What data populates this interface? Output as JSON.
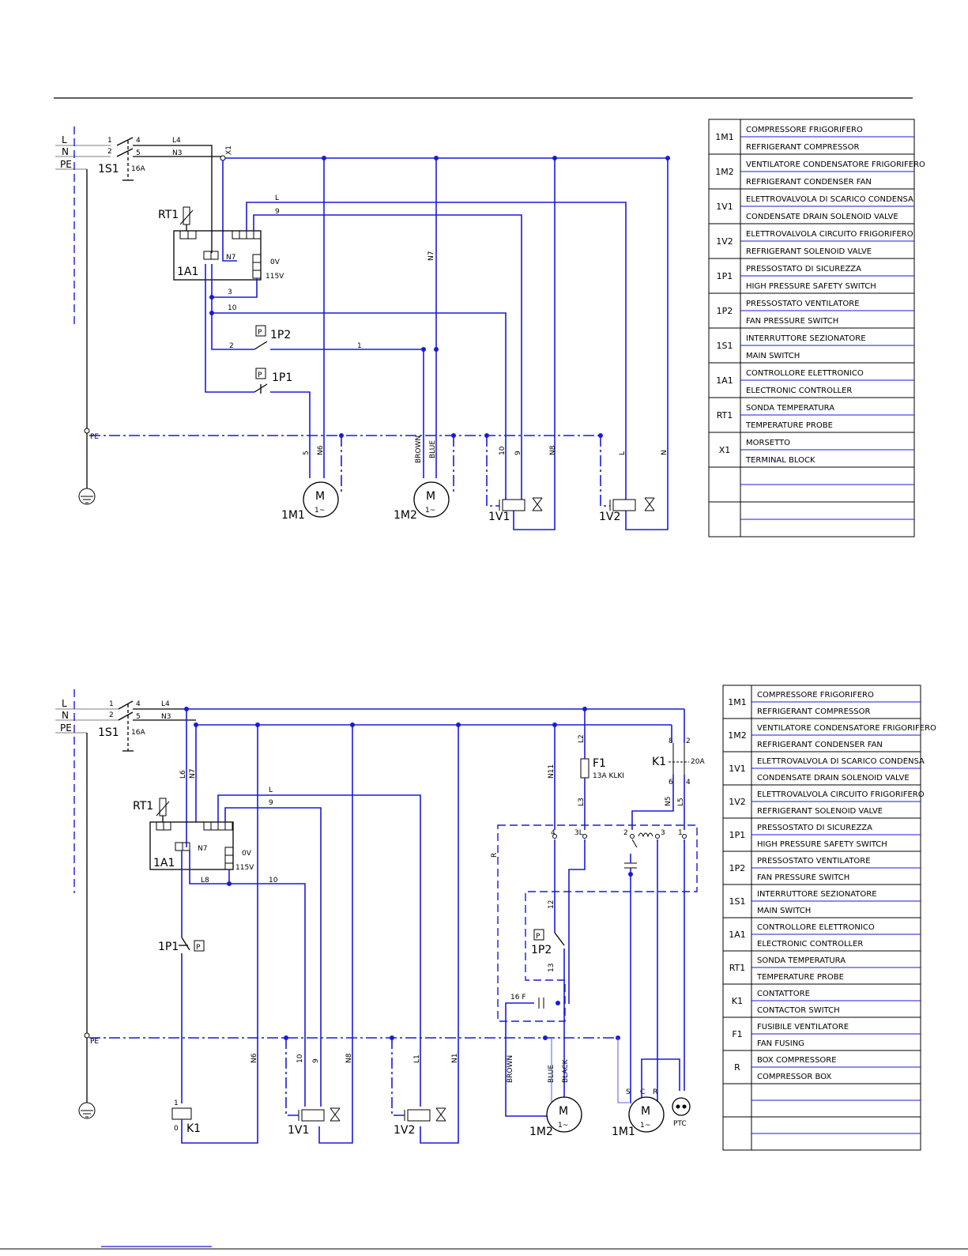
{
  "diagram1": {
    "supply": {
      "L": "L",
      "N": "N",
      "PE": "PE"
    },
    "main_switch": {
      "id": "1S1",
      "rating": "16A",
      "t1": "1",
      "t2": "2",
      "t3": "4",
      "t4": "5"
    },
    "wires": {
      "L4": "L4",
      "N3": "N3",
      "X1": "X1",
      "N7": "N7",
      "L": "L",
      "w9": "9",
      "w3": "3",
      "w10": "10",
      "w2": "2",
      "w1": "1",
      "N6": "N6",
      "w5": "5",
      "BROWN": "BROWN",
      "BLUE": "BLUE",
      "N8": "N8",
      "Lw": "L",
      "Nw": "N",
      "w10b": "10",
      "w9b": "9",
      "N7b": "N7",
      "PEg": "PE"
    },
    "controller": {
      "id": "1A1",
      "v0": "0V",
      "v115": "115V"
    },
    "probe": "RT1",
    "switches": {
      "p2": "1P2",
      "p1": "1P1",
      "p": "P"
    },
    "motors": {
      "m1": "1M1",
      "m2": "1M2",
      "m": "M",
      "phase": "1~"
    },
    "valves": {
      "v1": "1V1",
      "v2": "1V2"
    }
  },
  "legend1": [
    {
      "code": "1M1",
      "it": "COMPRESSORE FRIGORIFERO",
      "en": "REFRIGERANT COMPRESSOR"
    },
    {
      "code": "1M2",
      "it": "VENTILATORE CONDENSATORE FRIGORIFERO",
      "en": "REFRIGERANT CONDENSER FAN"
    },
    {
      "code": "1V1",
      "it": "ELETTROVALVOLA DI SCARICO CONDENSA",
      "en": "CONDENSATE DRAIN SOLENOID VALVE"
    },
    {
      "code": "1V2",
      "it": "ELETTROVALVOLA CIRCUITO FRIGORIFERO",
      "en": "REFRIGERANT SOLENOID VALVE"
    },
    {
      "code": "1P1",
      "it": "PRESSOSTATO DI SICUREZZA",
      "en": "HIGH PRESSURE SAFETY SWITCH"
    },
    {
      "code": "1P2",
      "it": "PRESSOSTATO VENTILATORE",
      "en": "FAN PRESSURE SWITCH"
    },
    {
      "code": "1S1",
      "it": "INTERRUTTORE SEZIONATORE",
      "en": "MAIN SWITCH"
    },
    {
      "code": "1A1",
      "it": "CONTROLLORE ELETTRONICO",
      "en": "ELECTRONIC CONTROLLER"
    },
    {
      "code": "RT1",
      "it": "SONDA TEMPERATURA",
      "en": "TEMPERATURE PROBE"
    },
    {
      "code": "X1",
      "it": "MORSETTO",
      "en": "TERMINAL BLOCK"
    },
    {
      "code": "",
      "it": "",
      "en": ""
    },
    {
      "code": "",
      "it": "",
      "en": ""
    }
  ],
  "diagram2": {
    "supply": {
      "L": "L",
      "N": "N",
      "PE": "PE"
    },
    "main_switch": {
      "id": "1S1",
      "rating": "16A",
      "t1": "1",
      "t2": "2",
      "t3": "4",
      "t4": "5"
    },
    "wires": {
      "L4": "L4",
      "N3": "N3",
      "L6": "L6",
      "N7": "N7",
      "L": "L",
      "w9": "9",
      "L8": "L8",
      "w10": "10",
      "w1": "1",
      "w0": "0",
      "N6": "N6",
      "w10b": "10",
      "w9b": "9",
      "N8": "N8",
      "L1": "L1",
      "N1": "N1",
      "N11": "N11",
      "L2": "L2",
      "L3": "L3",
      "N5": "N5",
      "L5": "L5",
      "R": "R",
      "w12": "12",
      "w13": "13",
      "BROWN": "BROWN",
      "BLUE": "BLUE",
      "BLACK": "BLACK",
      "PEg": "PE"
    },
    "fuse": {
      "id": "F1",
      "rating": "13A KLKI"
    },
    "contactor": {
      "id": "K1",
      "rating": "20A",
      "c8": "8",
      "c2": "2",
      "c6": "6",
      "c4": "4",
      "coil": "K1"
    },
    "box": {
      "t4": "4",
      "t3": "3L",
      "t2": "2",
      "t3b": "3",
      "t1": "1",
      "cap": "16 F",
      "s": "S",
      "c": "C",
      "r": "R",
      "ptc": "PTC"
    },
    "controller": {
      "id": "1A1",
      "n7": "N7",
      "v0": "0V",
      "v115": "115V"
    },
    "probe": "RT1",
    "switches": {
      "p1": "1P1",
      "p2": "1P2",
      "p": "P"
    },
    "motors": {
      "m1": "1M1",
      "m2": "1M2",
      "m": "M",
      "phase": "1~"
    },
    "valves": {
      "v1": "1V1",
      "v2": "1V2"
    }
  },
  "legend2": [
    {
      "code": "1M1",
      "it": "COMPRESSORE FRIGORIFERO",
      "en": "REFRIGERANT COMPRESSOR"
    },
    {
      "code": "1M2",
      "it": "VENTILATORE CONDENSATORE FRIGORIFERO",
      "en": "REFRIGERANT CONDENSER FAN"
    },
    {
      "code": "1V1",
      "it": "ELETTROVALVOLA DI SCARICO CONDENSA",
      "en": "CONDENSATE DRAIN SOLENOID VALVE"
    },
    {
      "code": "1V2",
      "it": "ELETTROVALVOLA CIRCUITO FRIGORIFERO",
      "en": "REFRIGERANT SOLENOID VALVE"
    },
    {
      "code": "1P1",
      "it": "PRESSOSTATO DI SICUREZZA",
      "en": "HIGH PRESSURE SAFETY SWITCH"
    },
    {
      "code": "1P2",
      "it": "PRESSOSTATO VENTILATORE",
      "en": "FAN PRESSURE SWITCH"
    },
    {
      "code": "1S1",
      "it": "INTERRUTTORE SEZIONATORE",
      "en": "MAIN SWITCH"
    },
    {
      "code": "1A1",
      "it": "CONTROLLORE ELETTRONICO",
      "en": "ELECTRONIC CONTROLLER"
    },
    {
      "code": "RT1",
      "it": "SONDA TEMPERATURA",
      "en": "TEMPERATURE PROBE"
    },
    {
      "code": "K1",
      "it": "CONTATTORE",
      "en": "CONTACTOR SWITCH"
    },
    {
      "code": "F1",
      "it": "FUSIBILE VENTILATORE",
      "en": "FAN FUSING"
    },
    {
      "code": "R",
      "it": "BOX COMPRESSORE",
      "en": "COMPRESSOR BOX"
    },
    {
      "code": "",
      "it": "",
      "en": ""
    },
    {
      "code": "",
      "it": "",
      "en": ""
    }
  ]
}
